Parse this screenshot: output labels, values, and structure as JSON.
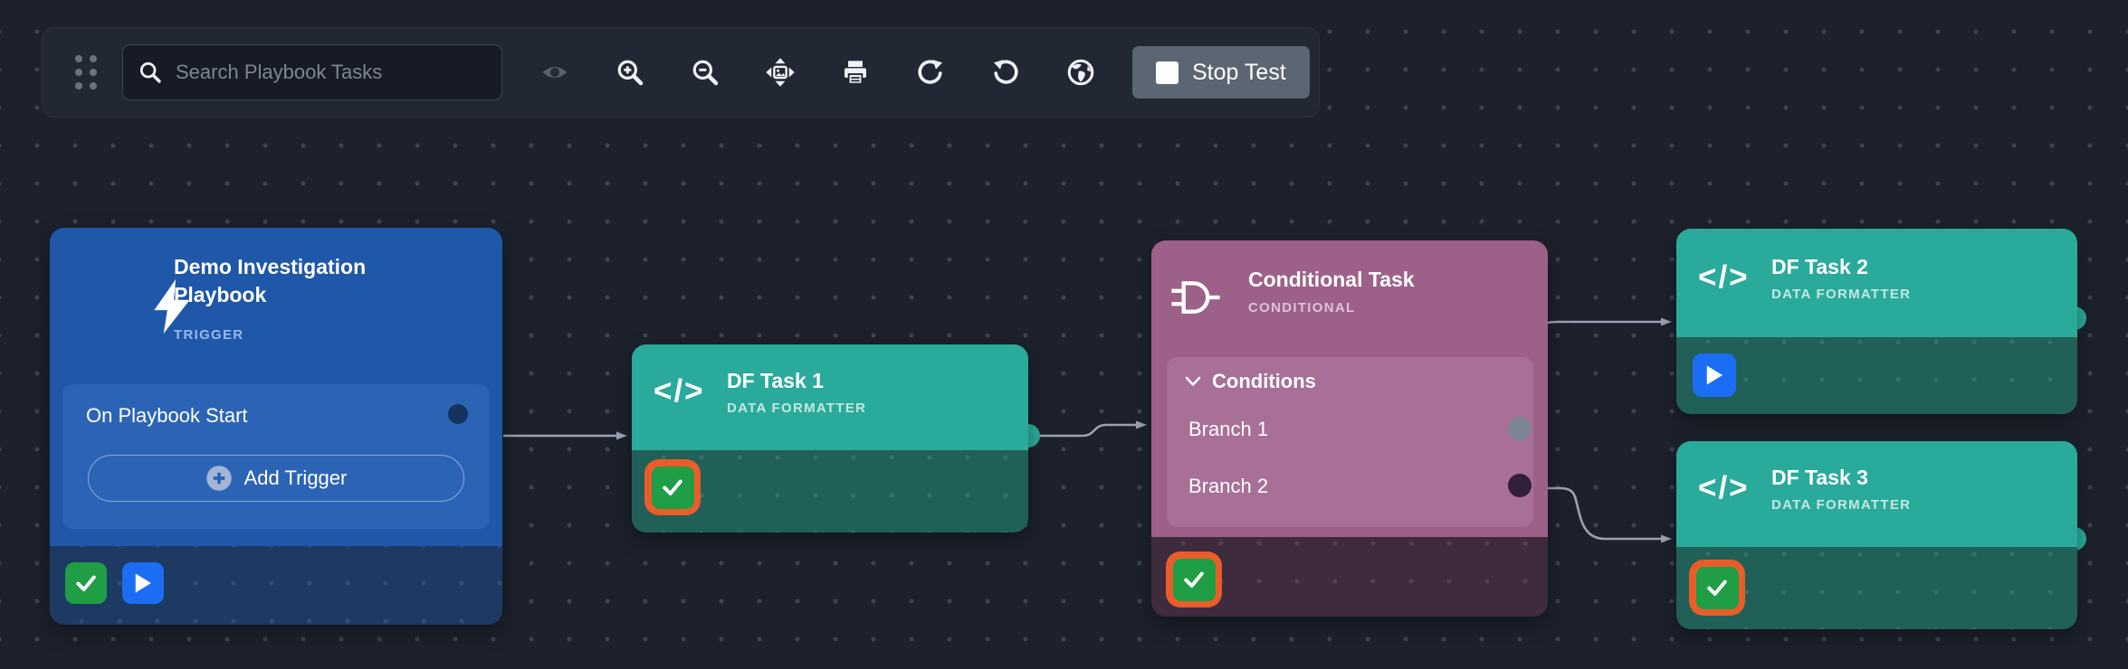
{
  "toolbar": {
    "search_placeholder": "Search Playbook Tasks",
    "stop_test_label": "Stop Test",
    "icons": [
      "drag-handle",
      "search",
      "visibility",
      "zoom-in",
      "zoom-out",
      "fit-to-screen",
      "print",
      "redo",
      "undo",
      "globe",
      "stop"
    ]
  },
  "nodes": {
    "trigger": {
      "title": "Demo Investigation Playbook",
      "type_label": "TRIGGER",
      "row_label": "On Playbook Start",
      "add_trigger_label": "Add Trigger",
      "statuses": [
        "success",
        "running"
      ]
    },
    "df_task_1": {
      "title": "DF Task 1",
      "type_label": "DATA FORMATTER",
      "status": "success-highlighted"
    },
    "conditional": {
      "title": "Conditional Task",
      "type_label": "CONDITIONAL",
      "conditions_label": "Conditions",
      "branches": [
        "Branch 1",
        "Branch 2"
      ],
      "status": "success-highlighted"
    },
    "df_task_2": {
      "title": "DF Task 2",
      "type_label": "DATA FORMATTER",
      "status": "running"
    },
    "df_task_3": {
      "title": "DF Task 3",
      "type_label": "DATA FORMATTER",
      "status": "success-highlighted"
    }
  },
  "colors": {
    "canvas_bg": "#1c212c",
    "trigger_blue": "#1f57a9",
    "task_teal": "#2aaa9b",
    "conditional_mauve": "#9d6189",
    "success_green": "#1f9e45",
    "highlight_orange": "#e85d2a",
    "play_blue": "#1b6ef3",
    "wire_gray": "#9aa2b1",
    "stop_button_gray": "#5c6572"
  }
}
